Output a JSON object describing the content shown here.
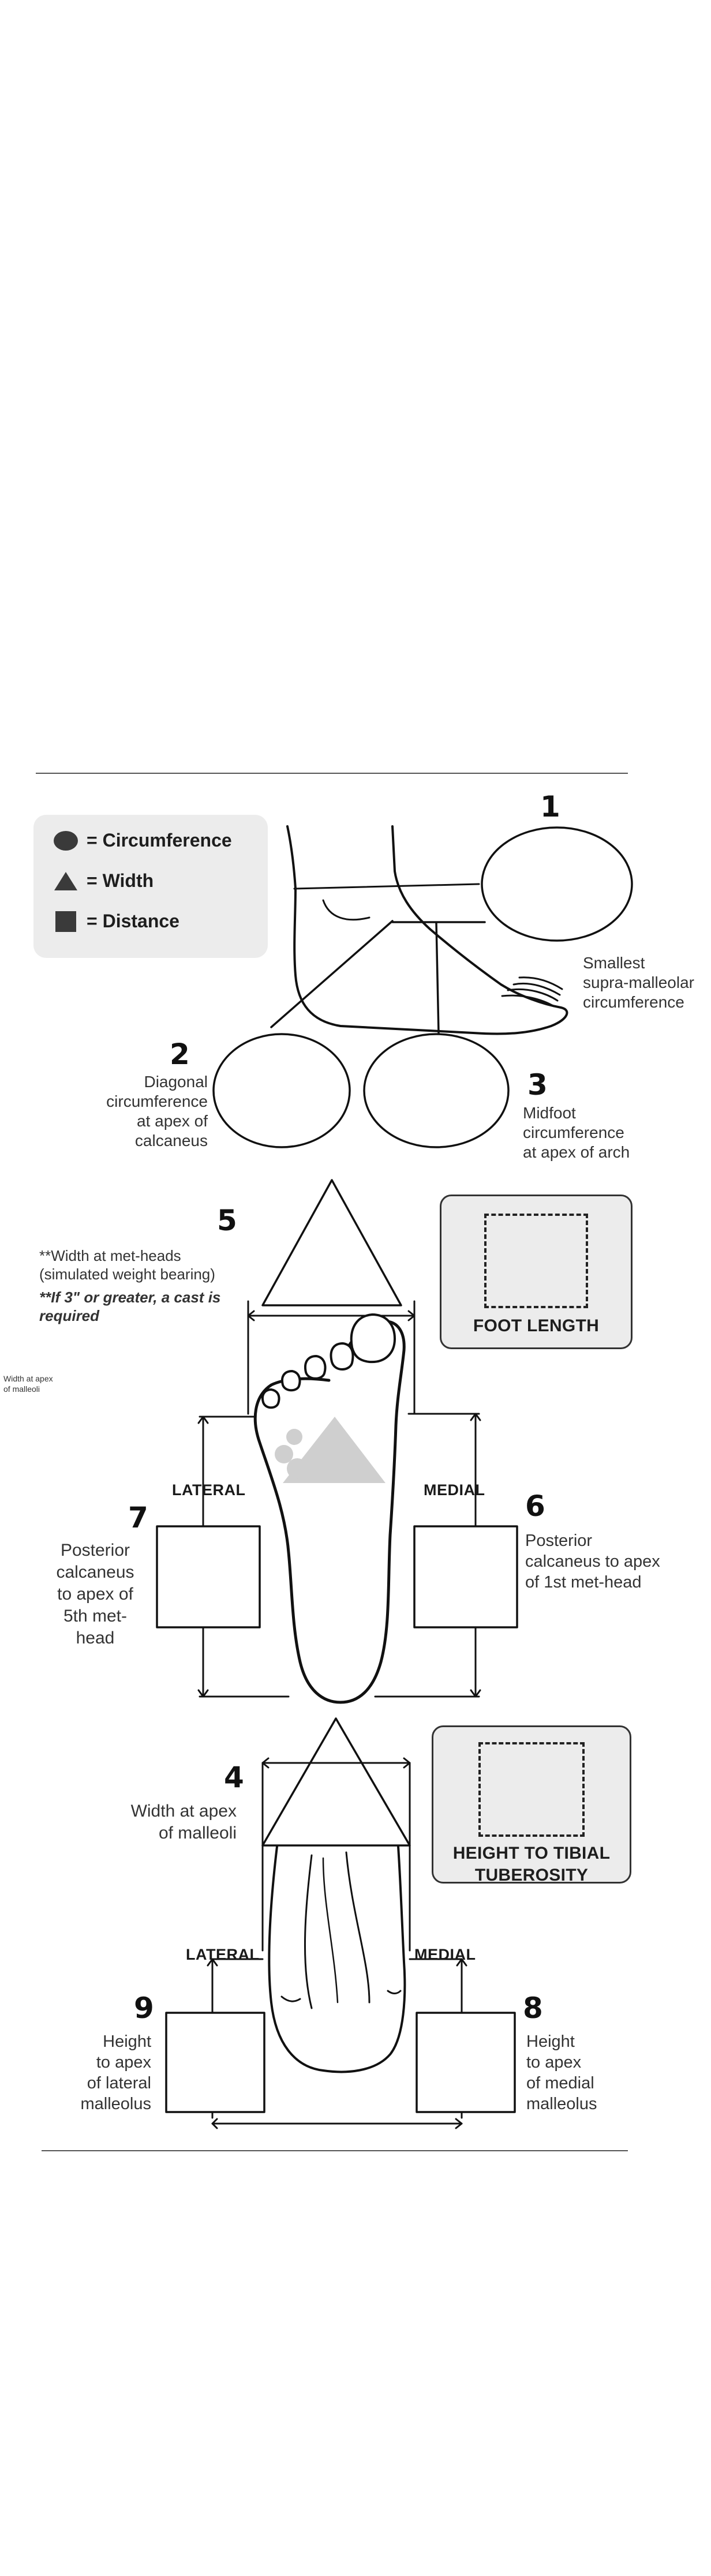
{
  "legend": {
    "circumference": "= Circumference",
    "width": "= Width",
    "distance": "= Distance"
  },
  "measurements": [
    {
      "number": "1",
      "text_lines": [
        "Smallest",
        "supra-malleolar",
        "circumference"
      ]
    },
    {
      "number": "2",
      "text_lines": [
        "Diagonal",
        "circumference",
        "at apex of",
        "calcaneus"
      ]
    },
    {
      "number": "3",
      "text_lines": [
        "Midfoot",
        "circumference",
        "at apex of arch"
      ]
    },
    {
      "number": "4",
      "text_lines": [
        "Width at apex",
        "of malleoli"
      ]
    },
    {
      "number": "5",
      "text_lines": [
        "**Width at met-heads",
        "(simulated weight bearing)"
      ],
      "note_lines": [
        "**If 3\" or greater, a cast is",
        "required"
      ]
    },
    {
      "number": "6",
      "text_lines": [
        "Posterior",
        "calcaneus to apex",
        "of 1st met-head"
      ]
    },
    {
      "number": "7",
      "text_lines": [
        "Posterior",
        "calcaneus",
        "to apex of",
        "5th met-",
        "head"
      ]
    },
    {
      "number": "8",
      "text_lines": [
        "Height",
        "to apex",
        "of medial",
        "malleolus"
      ]
    },
    {
      "number": "9",
      "text_lines": [
        "Height",
        "to apex",
        "of lateral",
        "malleolus"
      ]
    }
  ],
  "side_labels": {
    "lateral_top": "LATERAL",
    "medial_top": "MEDIAL",
    "lateral_bottom": "LATERAL",
    "medial_bottom": "MEDIAL"
  },
  "panels": {
    "foot_length": "FOOT LENGTH",
    "tibial_line1": "HEIGHT TO TIBIAL",
    "tibial_line2": "TUBEROSITY"
  },
  "margin_note": [
    "Width at apex",
    "of malleoli"
  ]
}
